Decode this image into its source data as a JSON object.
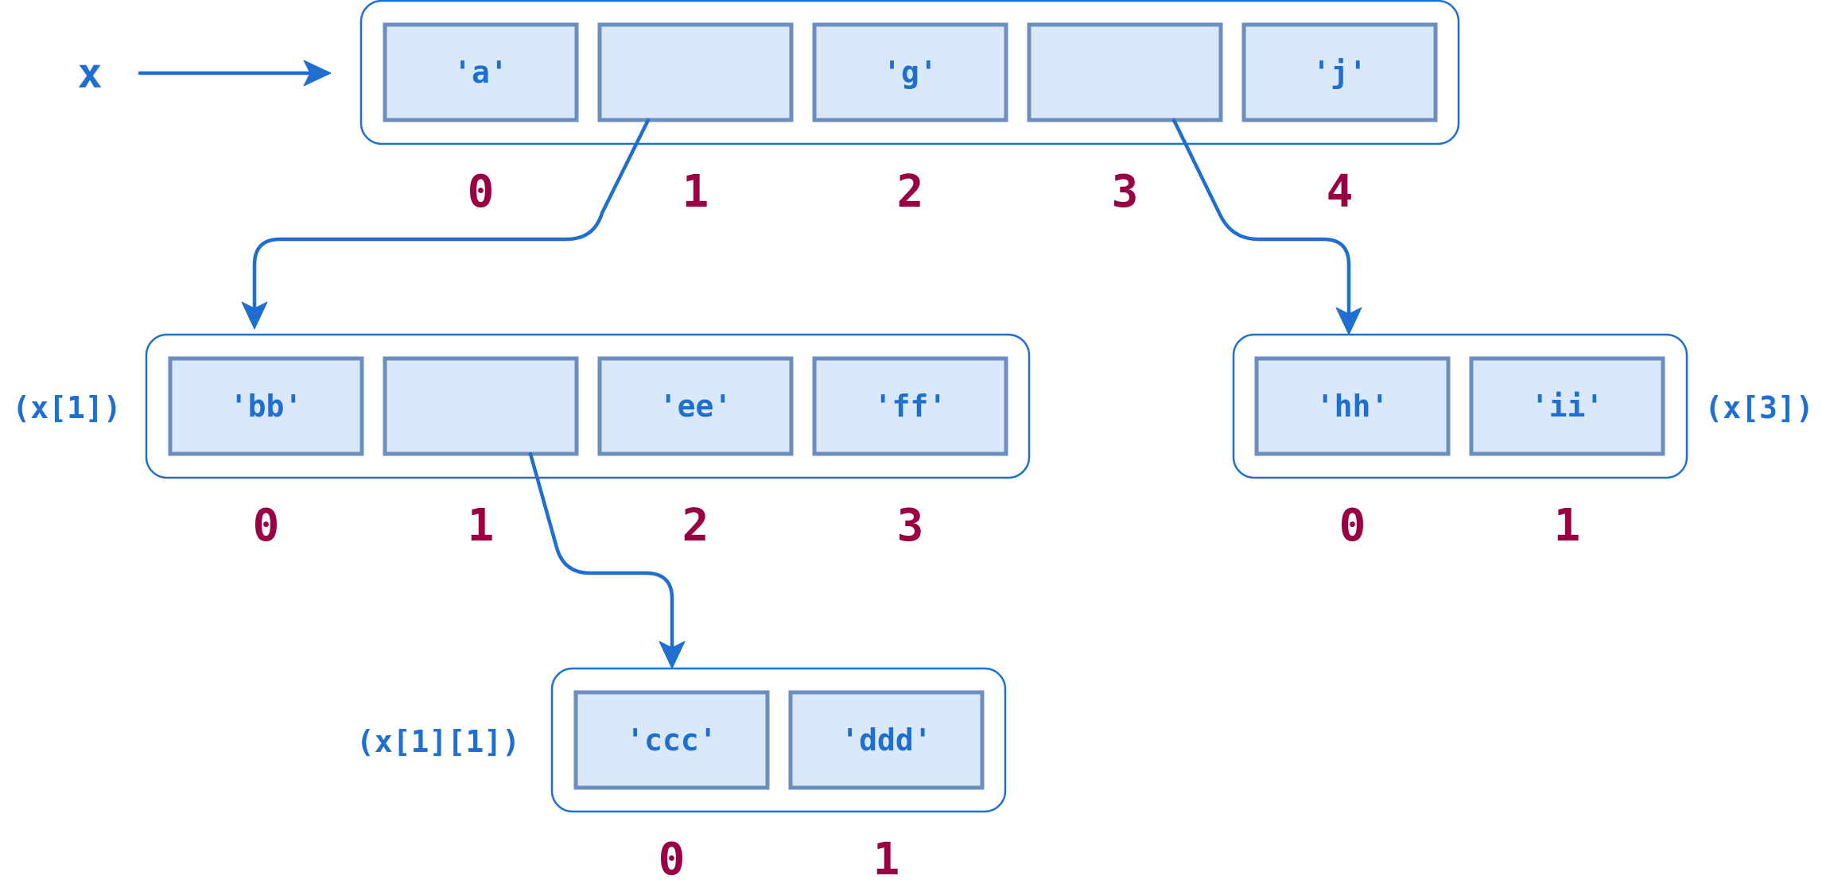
{
  "variable": {
    "name": "x"
  },
  "lists": [
    {
      "id": "x",
      "label": "",
      "cells": [
        {
          "value": "'a'"
        },
        {
          "value": "",
          "points_to": "x[1]"
        },
        {
          "value": "'g'"
        },
        {
          "value": "",
          "points_to": "x[3]"
        },
        {
          "value": "'j'"
        }
      ],
      "indices": [
        "0",
        "1",
        "2",
        "3",
        "4"
      ]
    },
    {
      "id": "x[1]",
      "label": "(x[1])",
      "cells": [
        {
          "value": "'bb'"
        },
        {
          "value": "",
          "points_to": "x[1][1]"
        },
        {
          "value": "'ee'"
        },
        {
          "value": "'ff'"
        }
      ],
      "indices": [
        "0",
        "1",
        "2",
        "3"
      ]
    },
    {
      "id": "x[3]",
      "label": "(x[3])",
      "cells": [
        {
          "value": "'hh'"
        },
        {
          "value": "'ii'"
        }
      ],
      "indices": [
        "0",
        "1"
      ]
    },
    {
      "id": "x[1][1]",
      "label": "(x[1][1])",
      "cells": [
        {
          "value": "'ccc'"
        },
        {
          "value": "'ddd'"
        }
      ],
      "indices": [
        "0",
        "1"
      ]
    }
  ],
  "colors": {
    "cell_fill": "#dae8fc",
    "cell_border": "#6c8ebf",
    "frame_border": "#1e6fd0",
    "text": "#1e6fd0",
    "index": "#990044"
  }
}
